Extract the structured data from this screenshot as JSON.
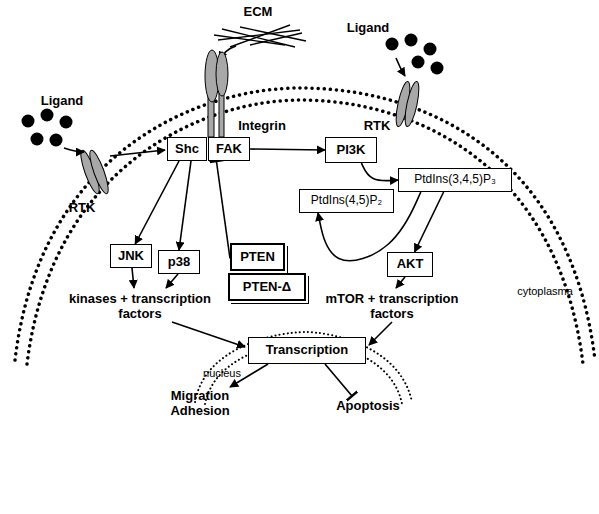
{
  "diagram": {
    "nodes": [
      {
        "text": [
          "Shc"
        ]
      },
      {
        "text": [
          "FAK"
        ]
      },
      {
        "text": [
          "PI3K"
        ]
      },
      {
        "text": [
          "JNK"
        ]
      },
      {
        "text": [
          "p38"
        ]
      },
      {
        "text": [
          "PtdIns(4,5)P₂"
        ]
      },
      {
        "text": [
          "PtdIns(3,4,5)P₃"
        ]
      },
      {
        "text": [
          "PTEN"
        ]
      },
      {
        "text": [
          "PTEN-Δ"
        ]
      },
      {
        "text": [
          "AKT"
        ]
      },
      {
        "text": [
          "Transcription"
        ]
      }
    ],
    "edges": [
      {
        "from": 0,
        "to": 3,
        "arrow": "to"
      },
      {
        "from": 0,
        "to": 4,
        "arrow": "to"
      },
      {
        "from": 1,
        "to": 2,
        "arrow": "to"
      },
      {
        "from": 7,
        "to": 1,
        "arrow": "to"
      },
      {
        "from": 2,
        "to": 6,
        "arrow": "to"
      },
      {
        "from": 6,
        "to": 5,
        "arrow": "to"
      },
      {
        "from": 6,
        "to": 9,
        "arrow": "to"
      }
    ],
    "labels": [
      "ECM",
      "Ligand",
      "Ligand",
      "RTK",
      "Integrin",
      "RTK",
      "cytoplasma",
      "kinases + transcription factors",
      "mTOR + transcription factors",
      "nucleus",
      "Migration Adhesion",
      "Apoptosis"
    ]
  }
}
